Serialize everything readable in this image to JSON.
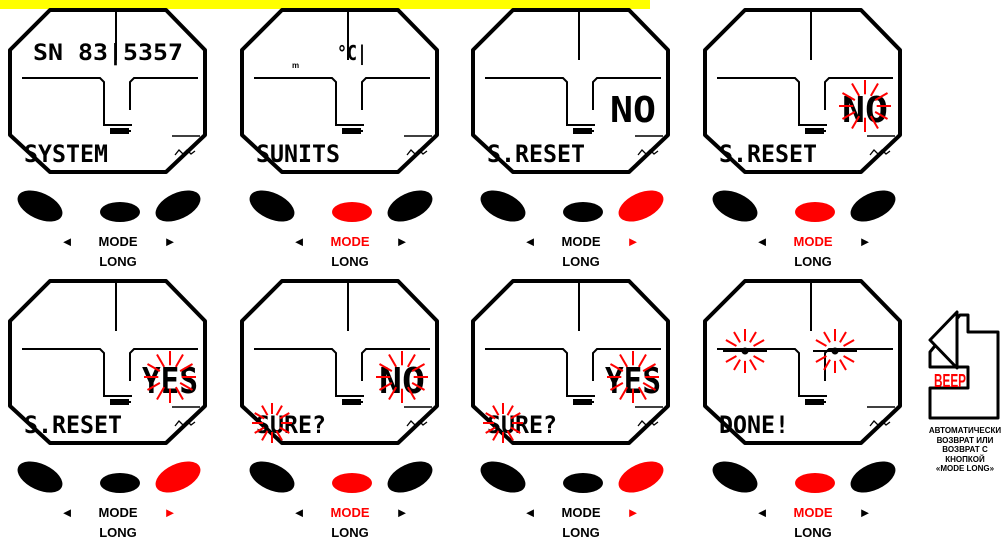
{
  "colors": {
    "active": "#ff0000",
    "inactive": "#000000",
    "banner": "#ffff00",
    "beep": "#ff0000"
  },
  "steps": [
    {
      "top_text": "SN 83|5357",
      "right_text": "",
      "bottom_text": "SYSTEM",
      "sparkle_right": false,
      "sparkle_left": false,
      "sparkle_done": false,
      "mode_active": false,
      "right_active": false,
      "right_button_active": false
    },
    {
      "top_text": "°C|",
      "right_text": "",
      "bottom_text": "SUNITS",
      "sparkle_right": false,
      "sparkle_left": false,
      "sparkle_done": false,
      "mode_active": true,
      "right_active": false,
      "right_button_active": false
    },
    {
      "top_text": "",
      "right_text": "NO",
      "bottom_text": "S.RESET",
      "sparkle_right": false,
      "sparkle_left": false,
      "sparkle_done": false,
      "mode_active": false,
      "right_active": true,
      "right_button_active": true
    },
    {
      "top_text": "",
      "right_text": "NO",
      "bottom_text": "S.RESET",
      "sparkle_right": true,
      "sparkle_left": false,
      "sparkle_done": false,
      "mode_active": true,
      "right_active": false,
      "right_button_active": false
    },
    {
      "top_text": "",
      "right_text": "YES",
      "bottom_text": "S.RESET",
      "sparkle_right": true,
      "sparkle_left": false,
      "sparkle_done": false,
      "mode_active": false,
      "right_active": true,
      "right_button_active": true
    },
    {
      "top_text": "",
      "right_text": "NO",
      "bottom_text": "SURE?",
      "sparkle_right": true,
      "sparkle_left": true,
      "sparkle_done": false,
      "mode_active": true,
      "right_active": false,
      "right_button_active": false
    },
    {
      "top_text": "",
      "right_text": "YES",
      "bottom_text": "SURE?",
      "sparkle_right": true,
      "sparkle_left": true,
      "sparkle_done": false,
      "mode_active": false,
      "right_active": true,
      "right_button_active": true
    },
    {
      "top_text": "",
      "right_text": "",
      "bottom_text": "DONE!",
      "sparkle_right": false,
      "sparkle_left": false,
      "sparkle_done": true,
      "mode_active": true,
      "right_active": false,
      "right_button_active": false
    }
  ],
  "labels": {
    "left_arrow": "◄",
    "right_arrow": "►",
    "mode": "MODE",
    "long": "LONG",
    "unit_m": "m"
  },
  "beep_label": "BEEP",
  "auto_return_lines": [
    "АВТОМАТИЧЕСКИ",
    "ВОЗВРАТ ИЛИ",
    "ВОЗВРАТ С",
    "КНОПКОЙ",
    "«MODE LONG»"
  ]
}
